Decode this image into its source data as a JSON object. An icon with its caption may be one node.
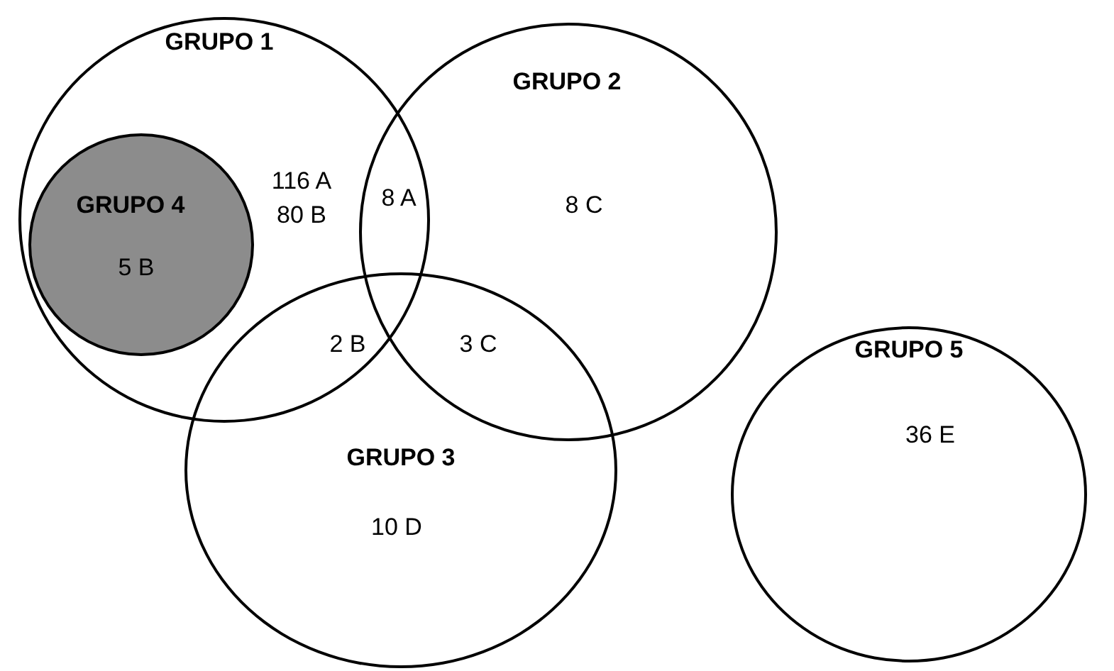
{
  "diagram": {
    "nodes": [
      {
        "text": [
          "GRUPO 1",
          "116 A",
          "80 B"
        ]
      },
      {
        "text": [
          "GRUPO 4",
          "5 B"
        ],
        "in": 0
      },
      {
        "text": [
          "GRUPO 2",
          "8 C"
        ]
      },
      {
        "text": [
          "GRUPO 3",
          "10 D"
        ]
      },
      {
        "text": [
          "GRUPO 5",
          "36 E"
        ]
      }
    ],
    "labels": [
      "8 A",
      "2 B",
      "3 C"
    ]
  }
}
